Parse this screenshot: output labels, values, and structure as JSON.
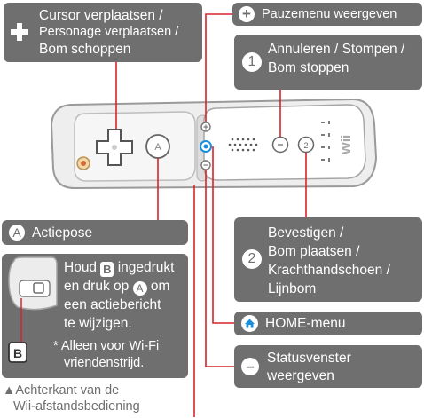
{
  "labels": {
    "dpad": [
      "Cursor verplaatsen /",
      "Personage verplaatsen /",
      "Bom schoppen"
    ],
    "plus": "Pauzemenu weergeven",
    "one": [
      "Annuleren / Stompen /",
      "Bom stoppen"
    ],
    "a": "Actiepose",
    "two": [
      "Bevestigen /",
      "Bom plaatsen /",
      "Krachthandschoen /",
      "Lijnbom"
    ],
    "home": "HOME-menu",
    "minus": [
      "Statusvenster",
      "weergeven"
    ],
    "back_note": [
      "Houd",
      "ingedrukt",
      "en druk op",
      "om",
      "een actiebericht",
      "te wijzigen."
    ],
    "wifi_note": [
      "* Alleen voor Wi-Fi",
      "vriendenstrijd."
    ],
    "caption": [
      "▲Achterkant van de",
      "Wii-afstandsbediening"
    ]
  },
  "icon_glyphs": {
    "plus": "+",
    "minus": "–",
    "one": "1",
    "two": "2",
    "a": "A",
    "b": "B",
    "remote_logo": "Wii"
  },
  "colors": {
    "panel": "#6f6f6f",
    "callout_line": "#d9232b",
    "home_blue": "#1a8fd8"
  }
}
